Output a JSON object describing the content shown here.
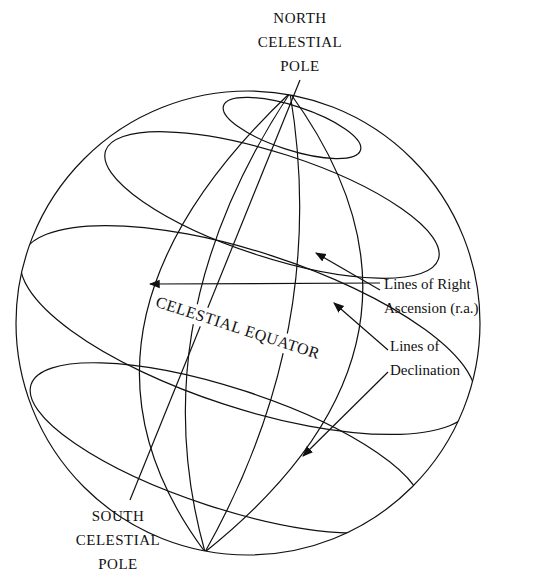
{
  "diagram": {
    "labels": [
      "NORTH CELESTIAL POLE",
      "Lines of Right Ascension (r.a.)",
      "CELESTIAL EQUATOR",
      "Lines of Declination",
      "SOUTH CELESTIAL POLE"
    ]
  }
}
